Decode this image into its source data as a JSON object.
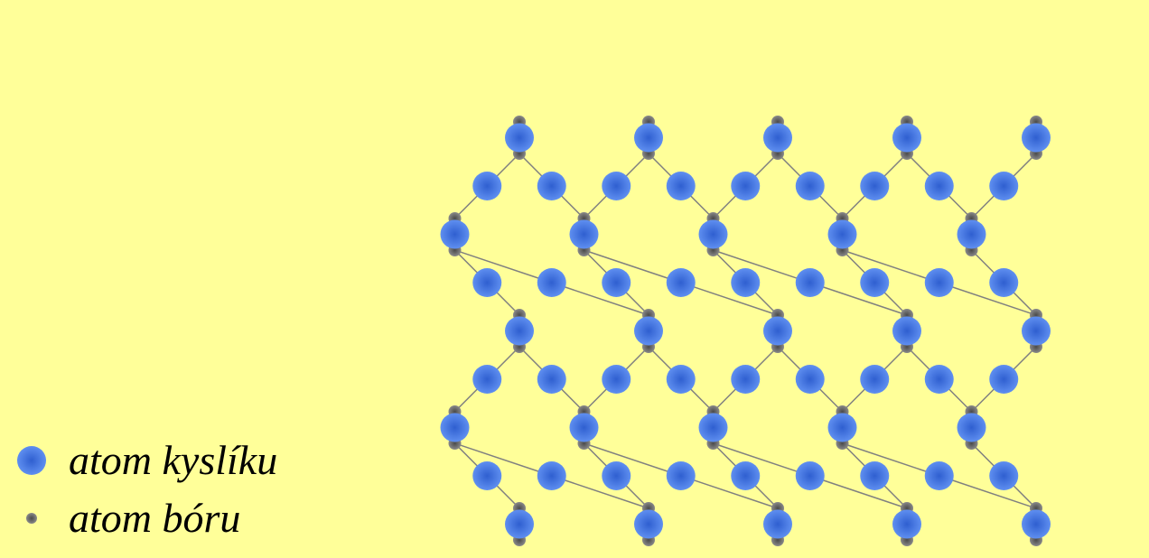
{
  "legend": {
    "items": [
      {
        "label": "atom kyslíku",
        "kind": "oxygen"
      },
      {
        "label": "atom bóru",
        "kind": "boron"
      }
    ]
  },
  "colors": {
    "background": "#ffff99",
    "oxygen_center": "#2f5fd0",
    "oxygen_edge": "#5f8ff0",
    "boron_center": "#4a4a4a",
    "boron_edge": "#8a8a8a",
    "bond": "#808080"
  },
  "structure": {
    "type": "boroxol-ring network (B2O3)",
    "rows": 4,
    "columns": 4
  }
}
